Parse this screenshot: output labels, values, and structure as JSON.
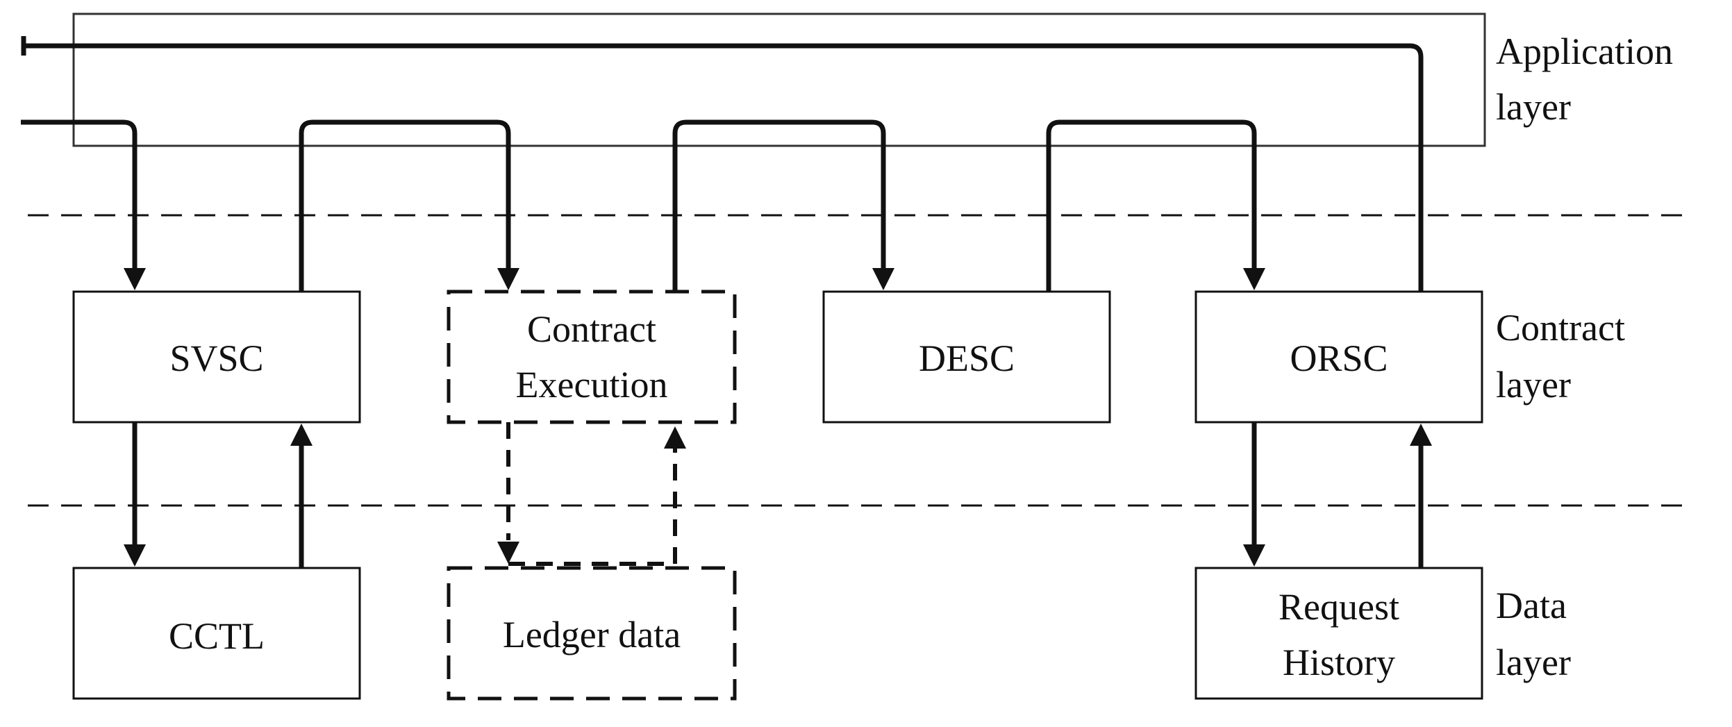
{
  "layers": {
    "application": [
      "Application",
      "layer"
    ],
    "contract": [
      "Contract",
      "layer"
    ],
    "data": [
      "Data",
      "layer"
    ]
  },
  "nodes": {
    "svsc": [
      "SVSC"
    ],
    "contract_execution": [
      "Contract",
      "Execution"
    ],
    "desc": [
      "DESC"
    ],
    "orsc": [
      "ORSC"
    ],
    "cctl": [
      "CCTL"
    ],
    "ledger_data": [
      "Ledger data"
    ],
    "request_history": [
      "Request",
      "History"
    ]
  }
}
